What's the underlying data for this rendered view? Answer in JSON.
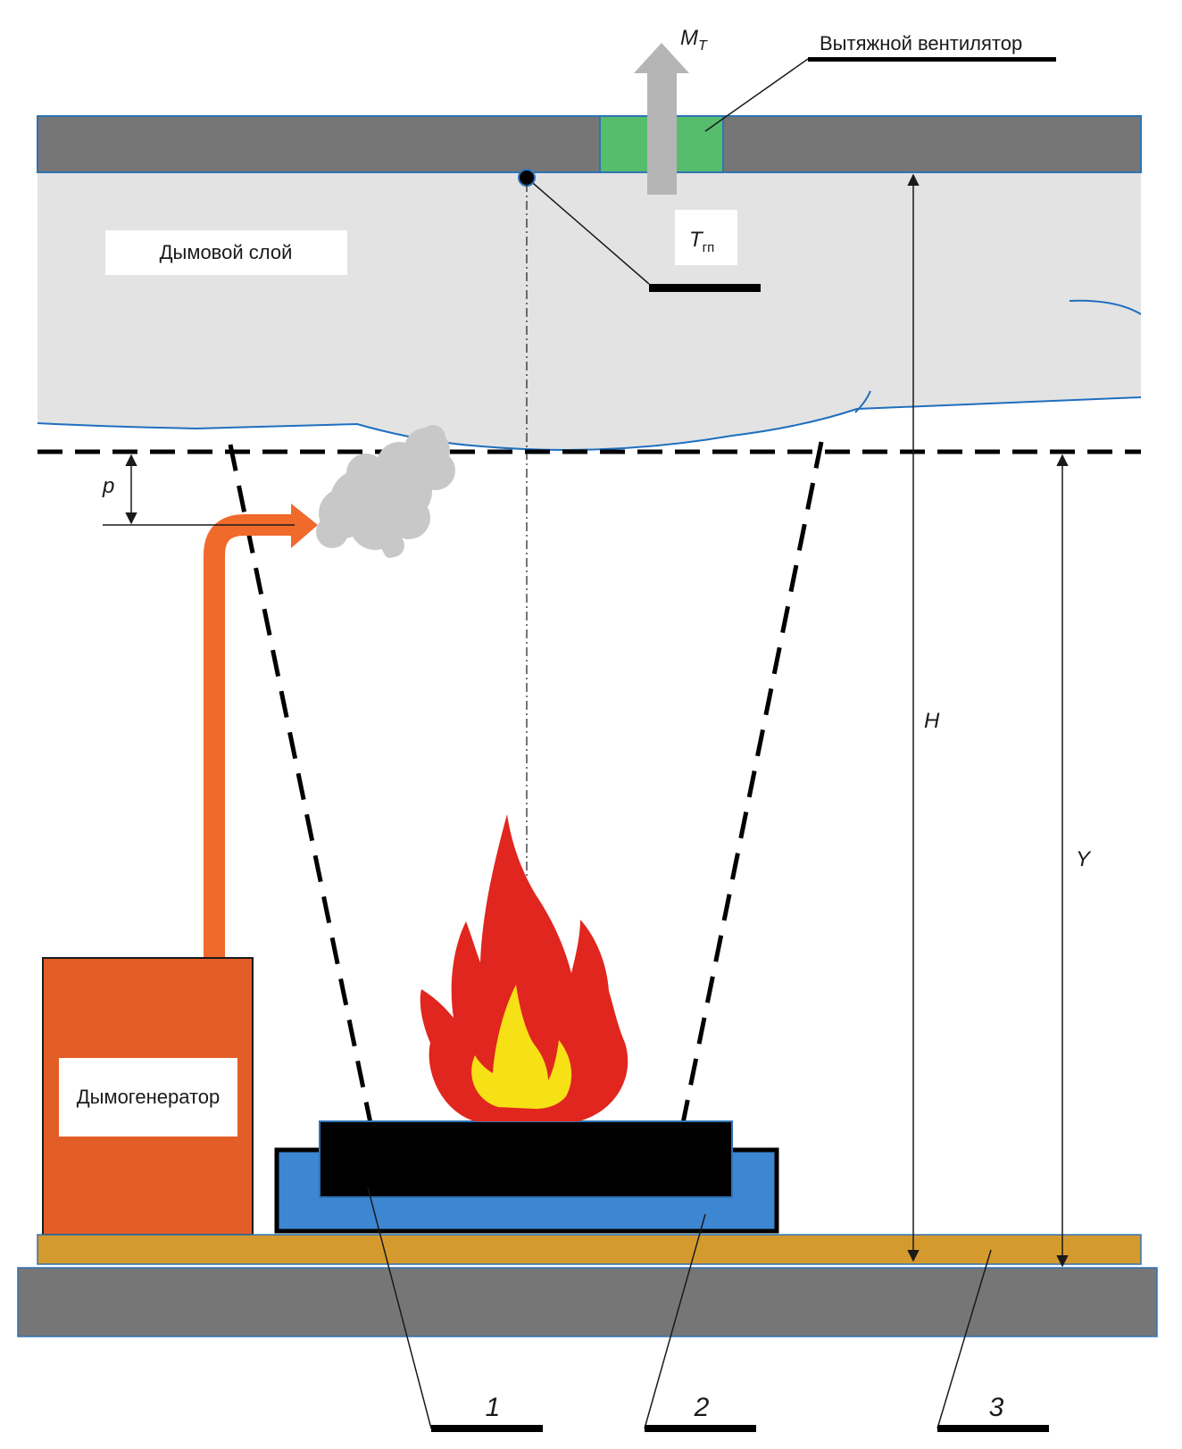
{
  "labels": {
    "exhaust_fan": "Вытяжной вентилятор",
    "smoke_layer": "Дымовой слой",
    "smoke_generator": "Дымогенератор",
    "mass_flow_main": "M",
    "mass_flow_sub": "Т",
    "temperature_main": "T",
    "temperature_sub": "гп",
    "dim_p": "p",
    "dim_h": "H",
    "dim_y": "Y",
    "callout_1": "1",
    "callout_2": "2",
    "callout_3": "3"
  },
  "colors": {
    "ceiling": "#767676",
    "ceiling_edge": "#2e74b5",
    "fan": "#55bd6c",
    "smoke_layer": "#e3e3e3",
    "smoke_boundary": "#1f6fbf",
    "generator": "#e35d27",
    "flow_arrow": "#f06a2c",
    "exhaust_arrow": "#b5b5b5",
    "puff": "#c8c8c8",
    "flame_outer": "#e0261e",
    "flame_inner": "#f6e016",
    "fuel": "#000000",
    "tray": "#3d86d2",
    "floor_layer": "#d59a2d",
    "floor": "#767676"
  }
}
